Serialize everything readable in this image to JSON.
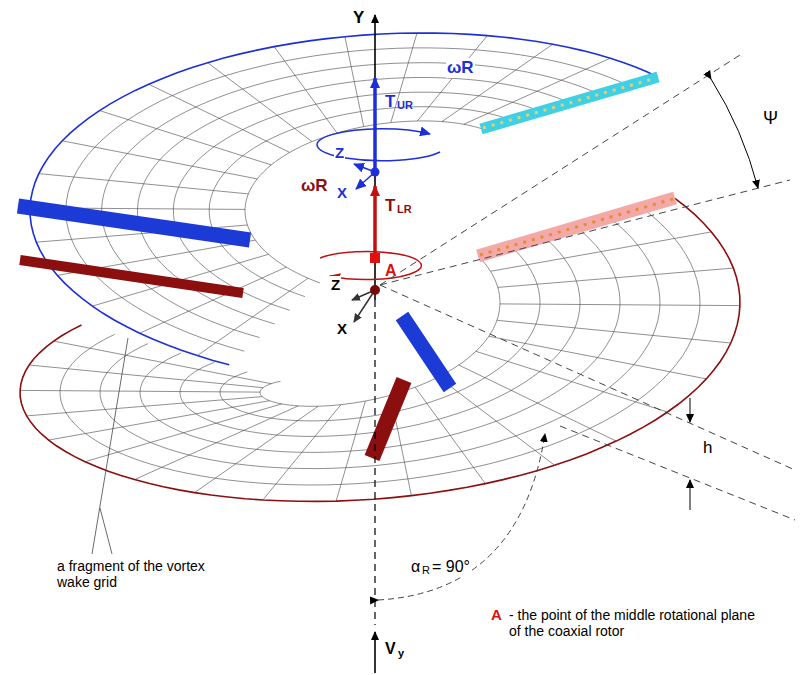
{
  "diagram": {
    "labels": [
      "Y",
      "T",
      "UR",
      "ωR",
      "T",
      "LR",
      "ωR",
      "Z",
      "X",
      "A",
      "Z",
      "X",
      "Ψ",
      "h",
      "α",
      "R",
      "= 90°",
      "a fragment of the vortex wake grid",
      "A",
      "- the point of the middle rotational plane of the coaxial rotor",
      "V",
      "y"
    ]
  }
}
